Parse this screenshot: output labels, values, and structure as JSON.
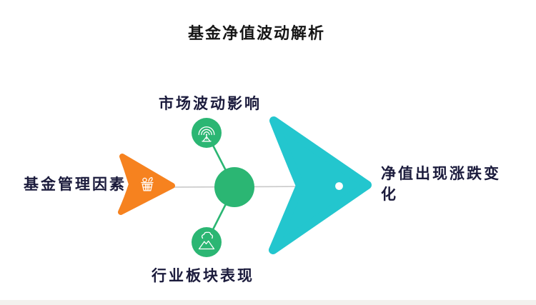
{
  "title": "基金净值波动解析",
  "diagram": {
    "left_node": {
      "label": "基金管理因素",
      "icon": "basket-icon"
    },
    "top_node": {
      "label": "市场波动影响",
      "icon": "broadcast-tower-icon"
    },
    "bottom_node": {
      "label": "行业板块表现",
      "icon": "volcano-icon"
    },
    "result_node": {
      "label": "净值出现涨跌变化"
    }
  },
  "colors": {
    "orange_arrow": "#F6821F",
    "green_node": "#2BB673",
    "teal_arrow": "#23C6CE",
    "connector_gray": "#C9C9C9",
    "label_text": "#1B1B3C",
    "title_text": "#161616",
    "footer_strip": "#F3F1EE",
    "background": "#FFFFFF"
  }
}
